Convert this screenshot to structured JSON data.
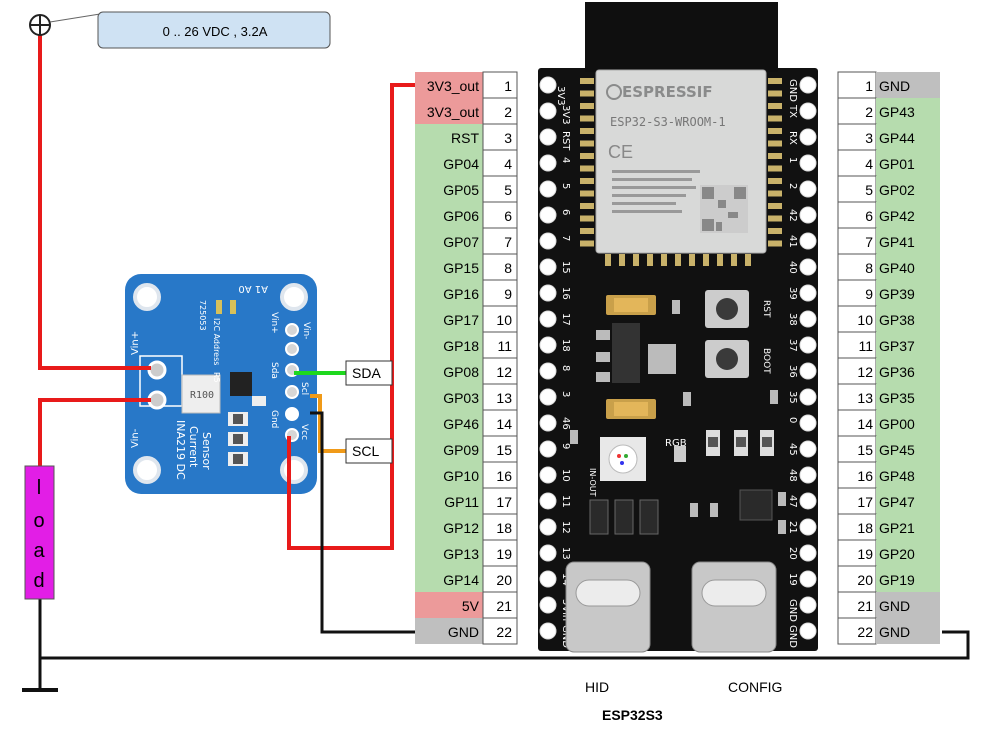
{
  "supply_label": "0 .. 26 VDC , 3.2A",
  "load_letters": [
    "l",
    "o",
    "a",
    "d"
  ],
  "sensor": {
    "vin_plus": "Vin+",
    "vin_minus": "Vin-",
    "vin_plus_r": "Vin+",
    "vin_minus_r": "Vin-",
    "sda": "Sda",
    "scl": "Scl",
    "gnd": "Gnd",
    "vcc": "Vcc",
    "i2c": "I2C Address",
    "a1a0": "A1 A0",
    "part": "725053",
    "r5": "R5",
    "resistor": "R100",
    "name1": "INA219 DC",
    "name2": "Current",
    "name3": "Sensor"
  },
  "bus_labels": {
    "sda": "SDA",
    "scl": "SCL"
  },
  "left_pins": [
    {
      "label": "3V3_out",
      "num": "1",
      "kind": "power"
    },
    {
      "label": "3V3_out",
      "num": "2",
      "kind": "power"
    },
    {
      "label": "RST",
      "num": "3",
      "kind": "gpio"
    },
    {
      "label": "GP04",
      "num": "4",
      "kind": "gpio"
    },
    {
      "label": "GP05",
      "num": "5",
      "kind": "gpio"
    },
    {
      "label": "GP06",
      "num": "6",
      "kind": "gpio"
    },
    {
      "label": "GP07",
      "num": "7",
      "kind": "gpio"
    },
    {
      "label": "GP15",
      "num": "8",
      "kind": "gpio"
    },
    {
      "label": "GP16",
      "num": "9",
      "kind": "gpio"
    },
    {
      "label": "GP17",
      "num": "10",
      "kind": "gpio"
    },
    {
      "label": "GP18",
      "num": "11",
      "kind": "gpio"
    },
    {
      "label": "GP08",
      "num": "12",
      "kind": "gpio"
    },
    {
      "label": "GP03",
      "num": "13",
      "kind": "gpio"
    },
    {
      "label": "GP46",
      "num": "14",
      "kind": "gpio"
    },
    {
      "label": "GP09",
      "num": "15",
      "kind": "gpio"
    },
    {
      "label": "GP10",
      "num": "16",
      "kind": "gpio"
    },
    {
      "label": "GP11",
      "num": "17",
      "kind": "gpio"
    },
    {
      "label": "GP12",
      "num": "18",
      "kind": "gpio"
    },
    {
      "label": "GP13",
      "num": "19",
      "kind": "gpio"
    },
    {
      "label": "GP14",
      "num": "20",
      "kind": "gpio"
    },
    {
      "label": "5V",
      "num": "21",
      "kind": "power"
    },
    {
      "label": "GND",
      "num": "22",
      "kind": "gnd"
    }
  ],
  "right_pins": [
    {
      "label": "GND",
      "num": "1",
      "kind": "gnd"
    },
    {
      "label": "GP43",
      "num": "2",
      "kind": "gpio"
    },
    {
      "label": "GP44",
      "num": "3",
      "kind": "gpio"
    },
    {
      "label": "GP01",
      "num": "4",
      "kind": "gpio"
    },
    {
      "label": "GP02",
      "num": "5",
      "kind": "gpio"
    },
    {
      "label": "GP42",
      "num": "6",
      "kind": "gpio"
    },
    {
      "label": "GP41",
      "num": "7",
      "kind": "gpio"
    },
    {
      "label": "GP40",
      "num": "8",
      "kind": "gpio"
    },
    {
      "label": "GP39",
      "num": "9",
      "kind": "gpio"
    },
    {
      "label": "GP38",
      "num": "10",
      "kind": "gpio"
    },
    {
      "label": "GP37",
      "num": "11",
      "kind": "gpio"
    },
    {
      "label": "GP36",
      "num": "12",
      "kind": "gpio"
    },
    {
      "label": "GP35",
      "num": "13",
      "kind": "gpio"
    },
    {
      "label": "GP00",
      "num": "14",
      "kind": "gpio"
    },
    {
      "label": "GP45",
      "num": "15",
      "kind": "gpio"
    },
    {
      "label": "GP48",
      "num": "16",
      "kind": "gpio"
    },
    {
      "label": "GP47",
      "num": "17",
      "kind": "gpio"
    },
    {
      "label": "GP21",
      "num": "18",
      "kind": "gpio"
    },
    {
      "label": "GP20",
      "num": "19",
      "kind": "gpio"
    },
    {
      "label": "GP19",
      "num": "20",
      "kind": "gpio"
    },
    {
      "label": "GND",
      "num": "21",
      "kind": "gnd"
    },
    {
      "label": "GND",
      "num": "22",
      "kind": "gnd"
    }
  ],
  "board": {
    "brand": "ESPRESSIF",
    "module": "ESP32-S3-WROOM-1",
    "ce": "CE",
    "rst": "RST",
    "boot": "BOOT",
    "rgb": "RGB",
    "inout": "IN-OUT",
    "left_silk": [
      "3V3",
      "3V3",
      "RST",
      "4",
      "5",
      "6",
      "7",
      "15",
      "16",
      "17",
      "18",
      "8",
      "3",
      "46",
      "9",
      "10",
      "11",
      "12",
      "13",
      "14",
      "5Vin",
      "GND"
    ],
    "right_silk": [
      "GND",
      "TX",
      "RX",
      "1",
      "2",
      "42",
      "41",
      "40",
      "39",
      "38",
      "37",
      "36",
      "35",
      "0",
      "45",
      "48",
      "47",
      "21",
      "20",
      "19",
      "GND",
      "GND"
    ]
  },
  "usb_labels": {
    "hid": "HID",
    "config": "CONFIG"
  },
  "board_title": "ESP32S3",
  "colors": {
    "power": "#ec9a9a",
    "gpio": "#b6dcae",
    "gnd": "#bfbfbf",
    "red_wire": "#e81a1a",
    "green_wire": "#1ed81e",
    "orange_wire": "#f09a18",
    "load": "#e21ee6",
    "supply_box": "#cfe2f3",
    "sensor_pcb": "#2878c8",
    "board_pcb": "#111111"
  }
}
